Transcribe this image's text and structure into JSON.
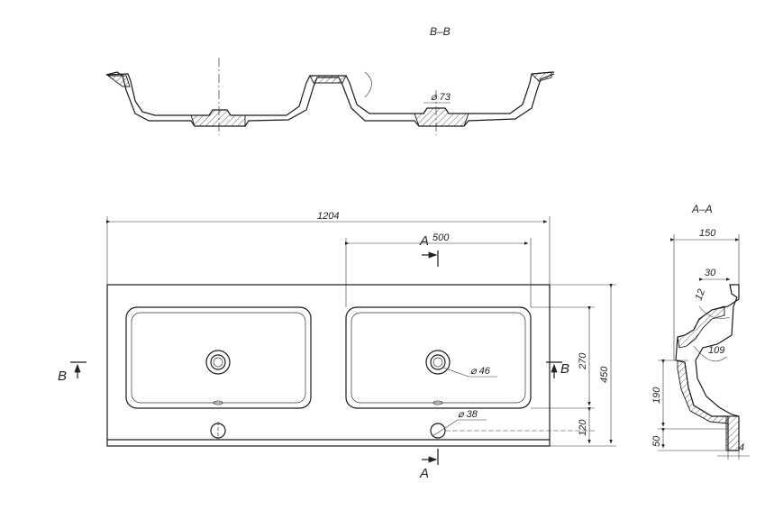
{
  "views": {
    "section_bb": {
      "title": "B–B",
      "dia_drain": "⌀ 73"
    },
    "plan": {
      "overall_length": "1204",
      "bowl_length": "500",
      "overall_depth": "450",
      "bowl_depth": "270",
      "tap_offset": "120",
      "drain_dia": "⌀ 46",
      "tap_dia": "⌀ 38",
      "cut_a_top": "A",
      "cut_a_bottom": "A",
      "cut_b_left": "B",
      "cut_b_right": "B"
    },
    "section_aa": {
      "title": "A–A",
      "depth": "150",
      "rim": "30",
      "angle": "12",
      "bowl_depth": "109",
      "height": "190",
      "base": "50",
      "thickness": "4"
    }
  }
}
